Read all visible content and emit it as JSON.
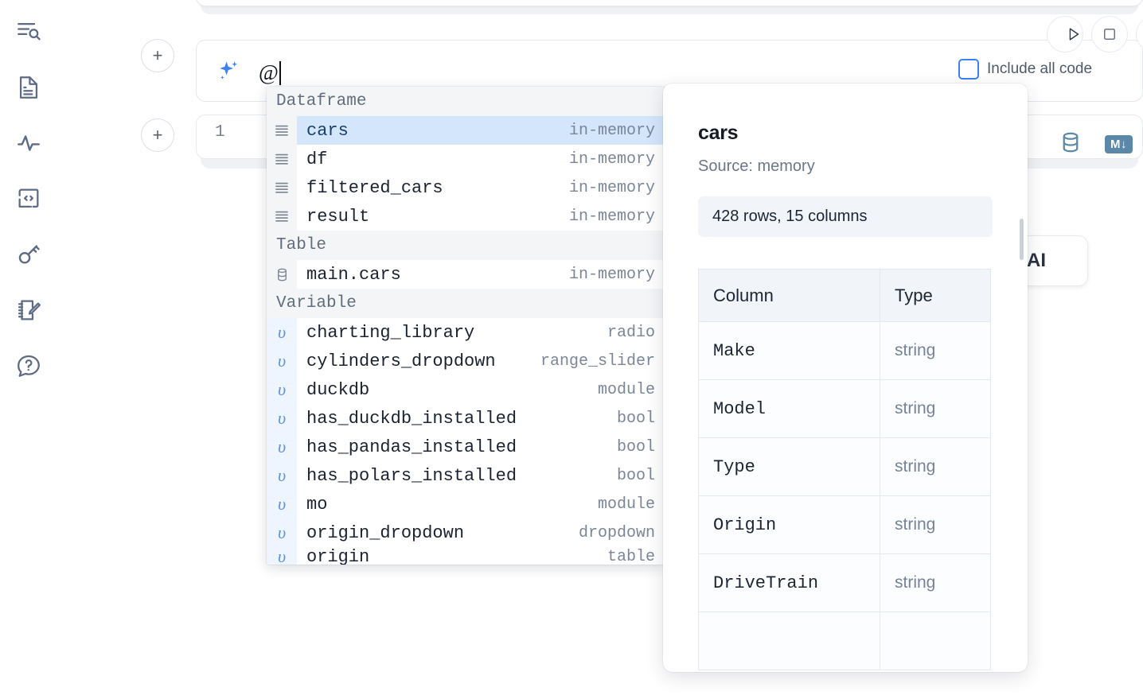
{
  "sidebar": {
    "items": [
      {
        "name": "explore-icon",
        "label": "Explore"
      },
      {
        "name": "document-icon",
        "label": "Notebook"
      },
      {
        "name": "activity-icon",
        "label": "Activity"
      },
      {
        "name": "code-icon",
        "label": "Code"
      },
      {
        "name": "key-icon",
        "label": "Secrets"
      },
      {
        "name": "scratchpad-icon",
        "label": "Scratchpad"
      },
      {
        "name": "help-icon",
        "label": "Help"
      }
    ]
  },
  "prompt": {
    "add_button_label": "+",
    "sparkle_icon": "sparkle-ai-icon",
    "value": "@",
    "include_all_code_label": "Include all code",
    "include_all_code_checked": false,
    "run_icon": "play-icon",
    "stop_icon": "stop-icon"
  },
  "code_cell": {
    "line_number": "1",
    "database_icon": "database-icon",
    "markdown_badge": "M↓"
  },
  "ai_chip": {
    "label": "h AI"
  },
  "autocomplete": {
    "groups": [
      {
        "title": "Dataframe",
        "icon": "dataframe-icon",
        "items": [
          {
            "name": "cars",
            "type": "in-memory",
            "selected": true
          },
          {
            "name": "df",
            "type": "in-memory",
            "selected": false
          },
          {
            "name": "filtered_cars",
            "type": "in-memory",
            "selected": false
          },
          {
            "name": "result",
            "type": "in-memory",
            "selected": false
          }
        ]
      },
      {
        "title": "Table",
        "icon": "table-icon",
        "items": [
          {
            "name": "main.cars",
            "type": "in-memory",
            "selected": false
          }
        ]
      },
      {
        "title": "Variable",
        "icon": "variable-icon",
        "items": [
          {
            "name": "charting_library",
            "type": "radio",
            "selected": false
          },
          {
            "name": "cylinders_dropdown",
            "type": "range_slider",
            "selected": false
          },
          {
            "name": "duckdb",
            "type": "module",
            "selected": false
          },
          {
            "name": "has_duckdb_installed",
            "type": "bool",
            "selected": false
          },
          {
            "name": "has_pandas_installed",
            "type": "bool",
            "selected": false
          },
          {
            "name": "has_polars_installed",
            "type": "bool",
            "selected": false
          },
          {
            "name": "mo",
            "type": "module",
            "selected": false
          },
          {
            "name": "origin_dropdown",
            "type": "dropdown",
            "selected": false
          }
        ]
      }
    ]
  },
  "detail": {
    "title": "cars",
    "source": "Source: memory",
    "shape": "428 rows, 15 columns",
    "headers": {
      "column": "Column",
      "type": "Type"
    },
    "rows": [
      {
        "column": "Make",
        "type": "string"
      },
      {
        "column": "Model",
        "type": "string"
      },
      {
        "column": "Type",
        "type": "string"
      },
      {
        "column": "Origin",
        "type": "string"
      },
      {
        "column": "DriveTrain",
        "type": "string"
      }
    ]
  },
  "colors": {
    "accent_blue": "#3b82f6",
    "selected_row": "#d4e6fb",
    "icon_steel": "#5b87a8",
    "rail_icon": "#5f6b85"
  }
}
